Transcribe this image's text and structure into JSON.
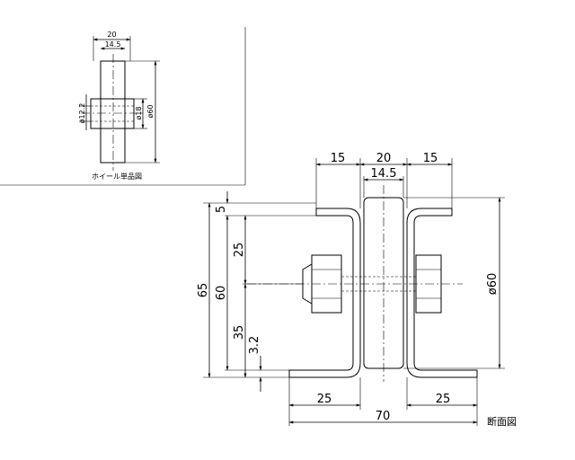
{
  "detail": {
    "title": "ホイール単品図",
    "dims": {
      "width_20": "20",
      "hub_14_5": "14.5",
      "bore_12_2": "ø12.2",
      "hub_18": "ø18",
      "wheel_60": "ø60"
    }
  },
  "section": {
    "title": "断面図",
    "dims": {
      "top_15_left": "15",
      "top_20": "20",
      "top_14_5": "14.5",
      "top_15_right": "15",
      "left_5": "5",
      "left_25": "25",
      "left_65": "65",
      "left_60": "60",
      "left_35": "35",
      "left_3_2": "3.2",
      "bottom_25_left": "25",
      "bottom_25_right": "25",
      "bottom_70": "70",
      "right_60": "ø60"
    }
  }
}
